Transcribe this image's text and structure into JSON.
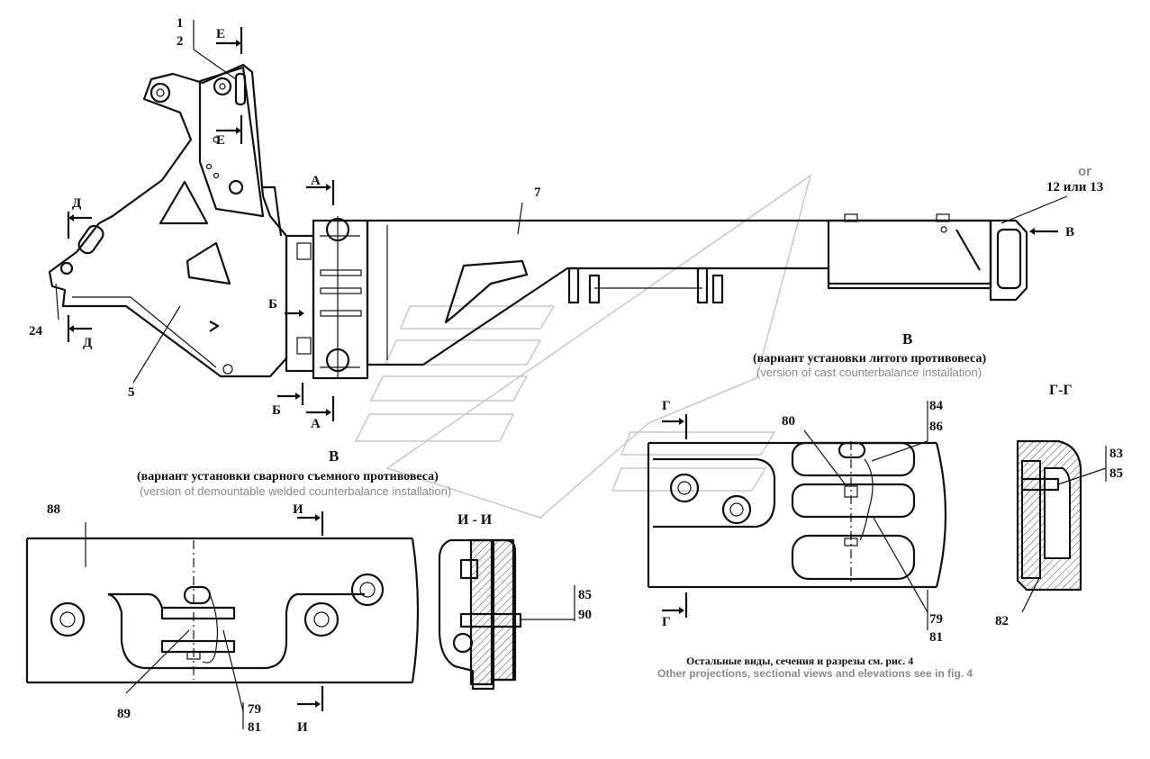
{
  "labels": {
    "p1": "1",
    "p2": "2",
    "p5": "5",
    "p7": "7",
    "p24": "24",
    "p12_13": "12 или 13",
    "or": "or",
    "p80": "80",
    "p84": "84",
    "p86": "86",
    "p79a": "79",
    "p81a": "81",
    "p82": "82",
    "p83": "83",
    "p85a": "85",
    "p88": "88",
    "p89": "89",
    "p79b": "79",
    "p81b": "81",
    "p85b": "85",
    "p90": "90"
  },
  "section_marks": {
    "A": "А",
    "B": "Б",
    "D": "Д",
    "E": "Е",
    "G": "Г",
    "I": "И",
    "V": "В",
    "GG": "Г-Г",
    "II": "И - И"
  },
  "captions": {
    "view_v_cast_ru": "(вариант установки литого противовеса)",
    "view_v_cast_en": "(version of cast counterbalance installation)",
    "view_v_welded_ru": "(вариант установки сварного съемного противовеса)",
    "view_v_welded_en": "(version of demountable welded counterbalance installation)",
    "note_ru": "Остальные виды, сечения и разрезы см. рис. 4",
    "note_en": "Other projections, sectional views and elevations see in fig. 4"
  }
}
